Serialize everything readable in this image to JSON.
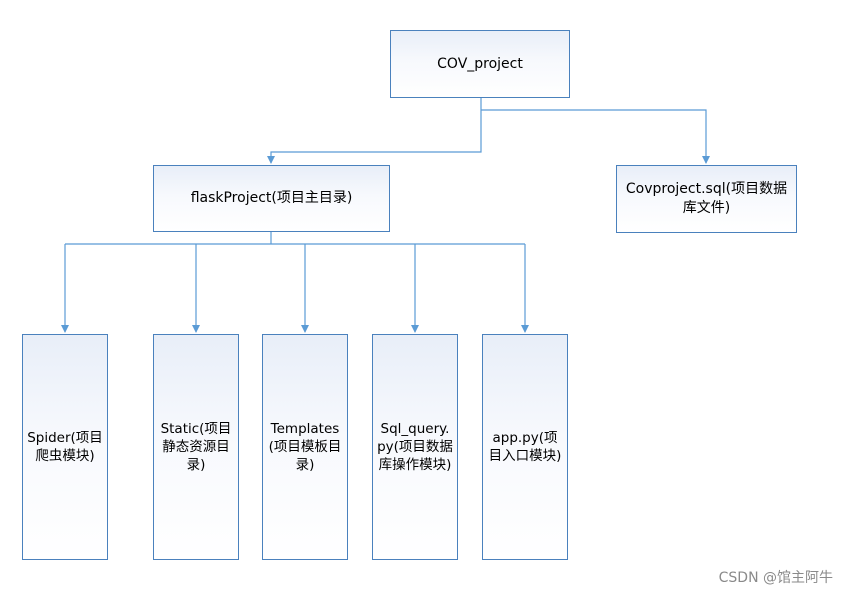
{
  "nodes": {
    "root": {
      "label": "COV_project"
    },
    "flask": {
      "label": "flaskProject(项目主目录)"
    },
    "sql": {
      "label": "Covproject.sql(项目数据库文件)"
    },
    "spider": {
      "label": "Spider(项目爬虫模块)"
    },
    "static": {
      "label": "Static(项目静态资源目录)"
    },
    "templates": {
      "label": "Templates(项目模板目录)"
    },
    "sqlquery": {
      "label": "Sql_query.py(项目数据库操作模块)"
    },
    "app": {
      "label": "app.py(项目入口模块)"
    }
  },
  "watermark": "CSDN @馆主阿牛",
  "colors": {
    "connector": "#5b9bd5",
    "node_border": "#4a81bd",
    "node_fill_top": "#e8eef8",
    "node_fill_bottom": "#ffffff"
  }
}
